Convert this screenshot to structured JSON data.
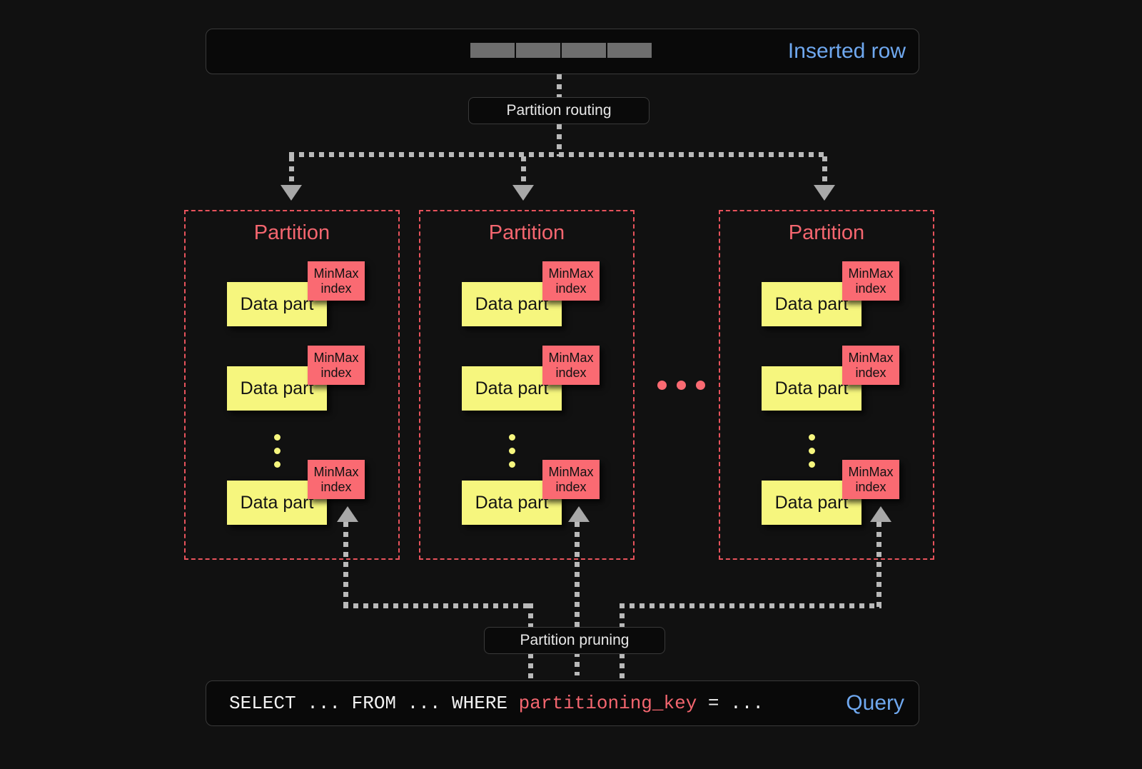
{
  "top": {
    "label": "Inserted row",
    "cells": [
      "",
      "",
      "",
      ""
    ],
    "accent_color": "#6fa8ef"
  },
  "routing": {
    "label": "Partition routing"
  },
  "pruning": {
    "label": "Partition pruning"
  },
  "partitions": [
    {
      "title": "Partition",
      "parts": [
        {
          "label": "Data part",
          "index_label": "MinMax\nindex"
        },
        {
          "label": "Data part",
          "index_label": "MinMax\nindex"
        },
        {
          "label": "Data part",
          "index_label": "MinMax\nindex"
        }
      ]
    },
    {
      "title": "Partition",
      "parts": [
        {
          "label": "Data part",
          "index_label": "MinMax\nindex"
        },
        {
          "label": "Data part",
          "index_label": "MinMax\nindex"
        },
        {
          "label": "Data part",
          "index_label": "MinMax\nindex"
        }
      ]
    },
    {
      "title": "Partition",
      "parts": [
        {
          "label": "Data part",
          "index_label": "MinMax\nindex"
        },
        {
          "label": "Data part",
          "index_label": "MinMax\nindex"
        },
        {
          "label": "Data part",
          "index_label": "MinMax\nindex"
        }
      ]
    }
  ],
  "part_labels": {
    "data_part": "Data part",
    "minmax_line1": "MinMax",
    "minmax_line2": "index"
  },
  "ellipsis": {
    "horizontal_dots": 3,
    "vertical_dots": 3
  },
  "query": {
    "prefix": "SELECT ... FROM ... WHERE ",
    "key": "partitioning_key",
    "suffix": " = ...",
    "label": "Query",
    "key_color": "#f4666f",
    "label_color": "#6fa8ef"
  },
  "colors": {
    "background": "#111111",
    "partition_border": "#e8535c",
    "partition_title": "#f4666f",
    "data_part_fill": "#f6f67e",
    "minmax_fill": "#fa6a72",
    "connector": "#b9b9b9",
    "row_cell": "#6e6e6e"
  }
}
